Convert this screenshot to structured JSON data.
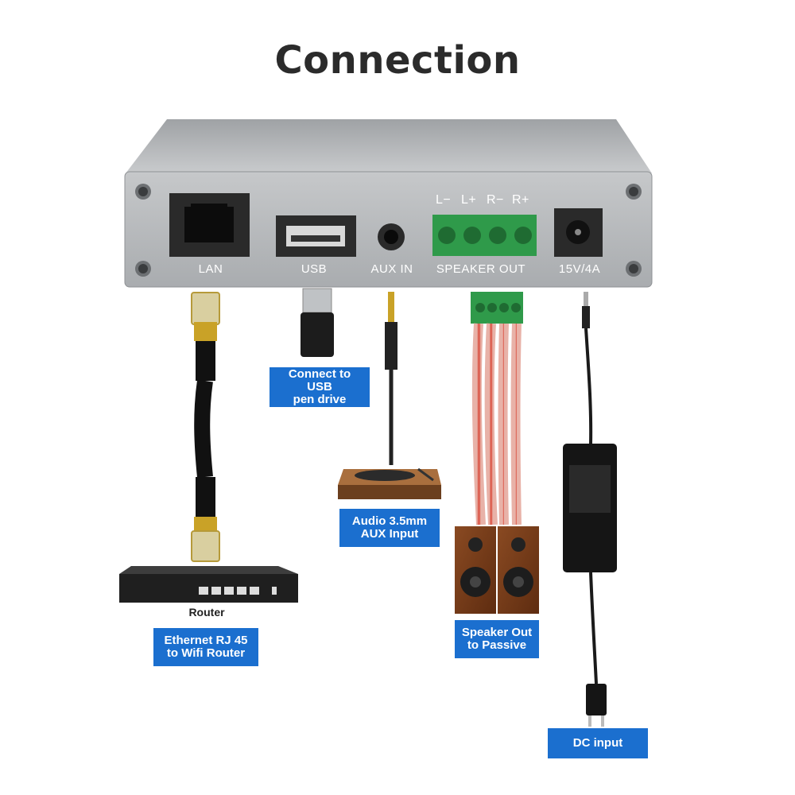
{
  "title": "Connection",
  "ports": {
    "lan": "LAN",
    "usb": "USB",
    "aux": "AUX IN",
    "speaker": "SPEAKER OUT",
    "power": "15V/4A"
  },
  "speaker_pins": [
    "L−",
    "L+",
    "R−",
    "R+"
  ],
  "devices": {
    "router": "Router"
  },
  "callouts": {
    "usb": "Connect to USB\npen drive",
    "aux": "Audio 3.5mm\nAUX Input",
    "ethernet": "Ethernet RJ 45\nto Wifi Router",
    "speaker": "Speaker Out\nto Passive",
    "dc": "DC input"
  },
  "colors": {
    "callout_bg": "#1b6fcf",
    "device_body": "#b9bcbf",
    "terminal_green": "#2f9a4a"
  }
}
